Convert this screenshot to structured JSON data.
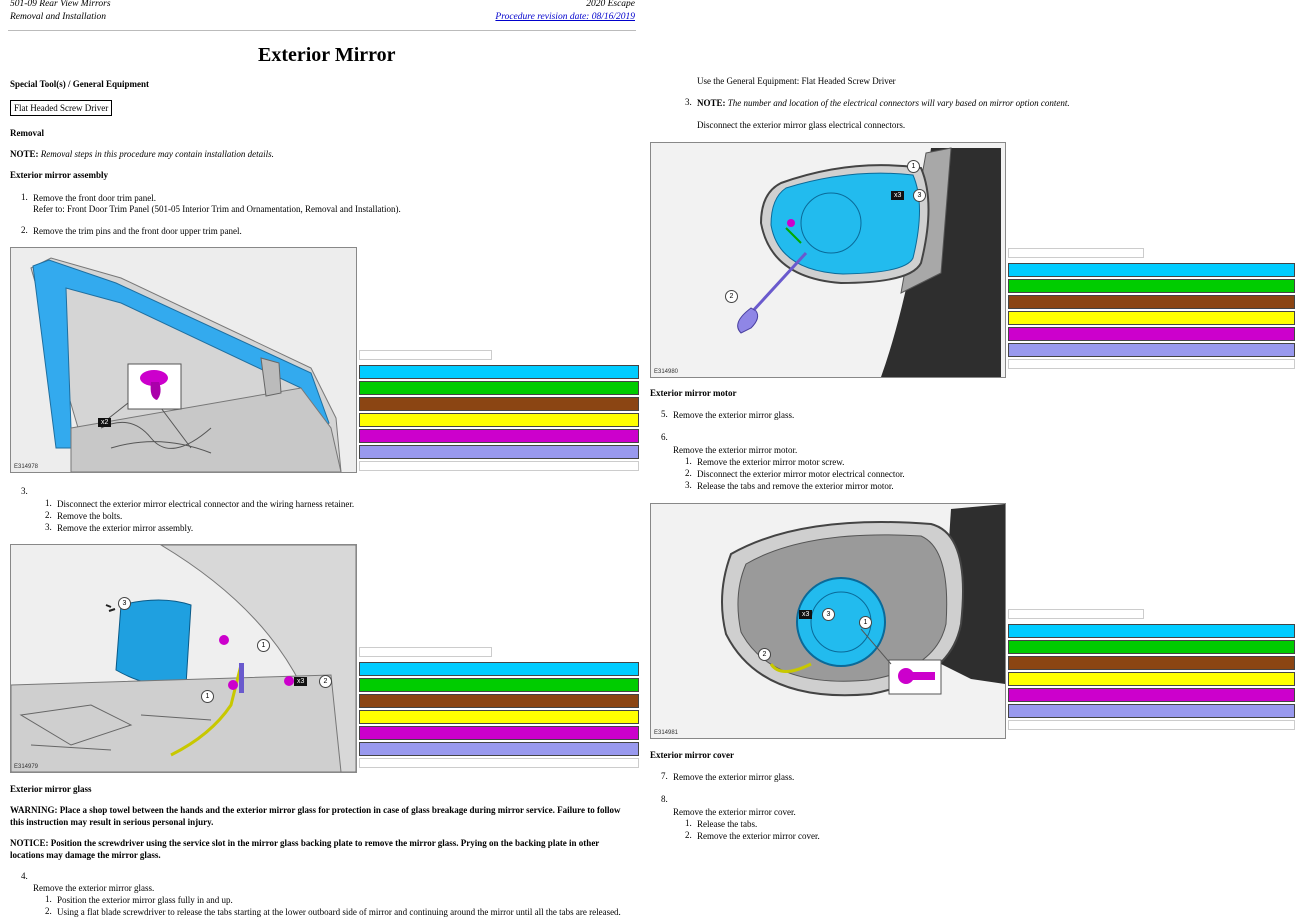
{
  "header": {
    "section": "501-09 Rear View Mirrors",
    "vehicle": "2020 Escape",
    "subsection": "Removal and Installation",
    "revision": "Procedure revision date: 08/16/2019"
  },
  "title": "Exterior Mirror",
  "special_tools_heading": "Special Tool(s) / General Equipment",
  "tool_box": "Flat Headed Screw Driver",
  "removal_heading": "Removal",
  "note_label": "NOTE:",
  "note_text": "Removal steps in this procedure may contain installation details.",
  "assembly_heading": "Exterior mirror assembly",
  "step1": {
    "num": "1.",
    "text": "Remove the front door trim panel.",
    "ref": "Refer to: Front Door Trim Panel (501-05 Interior Trim and Ornamentation, Removal and Installation)."
  },
  "step2": {
    "num": "2.",
    "text": "Remove the trim pins and the front door upper trim panel."
  },
  "step3": {
    "num": "3.",
    "subs": [
      "Disconnect the exterior mirror electrical connector and the wiring harness retainer.",
      "Remove the bolts.",
      "Remove the exterior mirror assembly."
    ]
  },
  "sub_numbers": [
    "1.",
    "2.",
    "3."
  ],
  "glass_heading": "Exterior mirror glass",
  "warning": "WARNING: Place a shop towel between the hands and the exterior mirror glass for protection in case of glass breakage during mirror service. Failure to follow this instruction may result in serious personal injury.",
  "notice": "NOTICE: Position the screwdriver using the service slot in the mirror glass backing plate to remove the mirror glass. Prying on the backing plate in other locations may damage the mirror glass.",
  "step4": {
    "num": "4.",
    "text": "Remove the exterior mirror glass.",
    "subs": [
      "Position the exterior mirror glass fully in and up.",
      "Using a flat blade screwdriver to release the tabs starting at the lower outboard side of mirror and continuing around the mirror until all the tabs are released."
    ]
  },
  "right": {
    "general_equipment": "Use the General Equipment: Flat Headed Screw Driver",
    "step3": {
      "num": "3.",
      "note_label": "NOTE:",
      "note_text": "The number and location of the electrical connectors will vary based on mirror option content.",
      "text": "Disconnect the exterior mirror glass electrical connectors."
    },
    "motor_heading": "Exterior mirror motor",
    "step5": {
      "num": "5.",
      "text": "Remove the exterior mirror glass."
    },
    "step6": {
      "num": "6.",
      "text": "Remove the exterior mirror motor.",
      "subs": [
        "Remove the exterior mirror motor screw.",
        "Disconnect the exterior mirror motor electrical connector.",
        "Release the tabs and remove the exterior mirror motor."
      ]
    },
    "cover_heading": "Exterior mirror cover",
    "step7": {
      "num": "7.",
      "text": "Remove the exterior mirror glass."
    },
    "step8": {
      "num": "8.",
      "text": "Remove the exterior mirror cover.",
      "subs": [
        "Release the tabs.",
        "Remove the exterior mirror cover."
      ]
    }
  },
  "figures": {
    "fig1": {
      "id": "E314978",
      "tag": "x2"
    },
    "fig2": {
      "id": "E314979",
      "tag": "x3",
      "callouts": [
        "1",
        "2",
        "3"
      ]
    },
    "fig3": {
      "id": "E314980",
      "tag": "x3",
      "callouts": [
        "1",
        "2",
        "3"
      ]
    },
    "fig4": {
      "id": "E314981",
      "tag": "x3",
      "callouts": [
        "1",
        "2",
        "3"
      ]
    }
  },
  "legend_colors": [
    "#00ccff",
    "#00cc00",
    "#8b4513",
    "#ffff00",
    "#cc00cc",
    "#9999ee"
  ]
}
